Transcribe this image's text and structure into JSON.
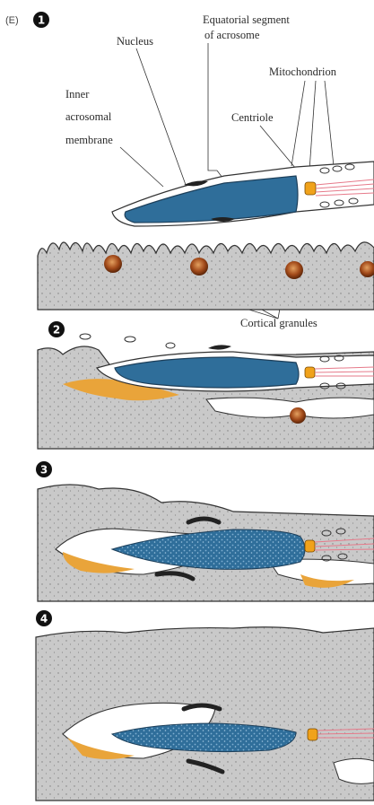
{
  "panel_label": "(E)",
  "steps": [
    "1",
    "2",
    "3",
    "4"
  ],
  "labels": {
    "nucleus": "Nucleus",
    "equatorial_line1": "Equatorial segment",
    "equatorial_line2": "of acrosome",
    "mitochondrion": "Mitochondrion",
    "inner_line1": "Inner",
    "inner_line2": "acrosomal",
    "inner_line3": "membrane",
    "centriole": "Centriole",
    "cortical_granules": "Cortical granules"
  },
  "colors": {
    "nucleus": "#2f6e9a",
    "egg_cytoplasm": "#c9c9c9",
    "acrosome_orange": "#e9a43a",
    "granule": "#8a3b12",
    "centriole": "#f0a21b"
  }
}
